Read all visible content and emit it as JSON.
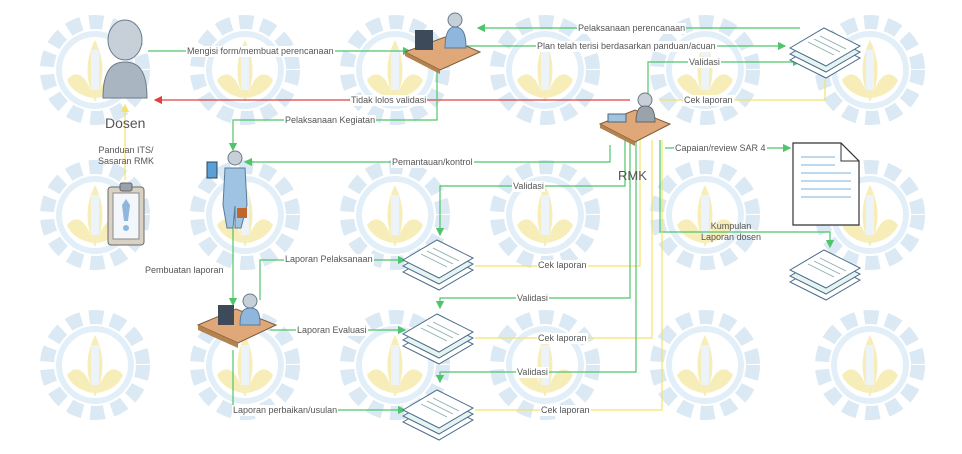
{
  "actors": {
    "dosen": "Dosen",
    "rmk": "RMK"
  },
  "labels": {
    "mengisi_form": "Mengisi form/membuat perencanaan",
    "pelaksanaan_perencanaan": "Pelaksanaan perencanaan",
    "plan_terisi": "Plan telah terisi berdasarkan panduan/acuan",
    "validasi_top": "Validasi",
    "tidak_lolos": "Tidak lolos validasi",
    "cek_laporan_top": "Cek laporan",
    "pelaksanaan_kegiatan": "Pelaksanaan Kegiatan",
    "panduan_its": "Panduan ITS/ Sasaran RMK",
    "pemantauan": "Pemantauan/kontrol",
    "capaian_review": "Capaian/review SAR 4",
    "validasi_1": "Validasi",
    "kumpulan_laporan": "Kumpulan Laporan dosen",
    "pembuatan_laporan": "Pembuatan laporan",
    "laporan_pelaksanaan": "Laporan Pelaksanaan",
    "cek_laporan_1": "Cek laporan",
    "validasi_2": "Validasi",
    "laporan_evaluasi": "Laporan Evaluasi",
    "cek_laporan_2": "Cek laporan",
    "validasi_3": "Validasi",
    "laporan_perbaikan": "Laporan perbaikan/usulan",
    "cek_laporan_3": "Cek laporan"
  },
  "colors": {
    "green": "#4fc46a",
    "red": "#e04040",
    "yellow": "#f2e36b",
    "blue": "#5aa0d6",
    "watermark_gear": "#d6e7f3",
    "watermark_flower": "#f6ebb0"
  }
}
